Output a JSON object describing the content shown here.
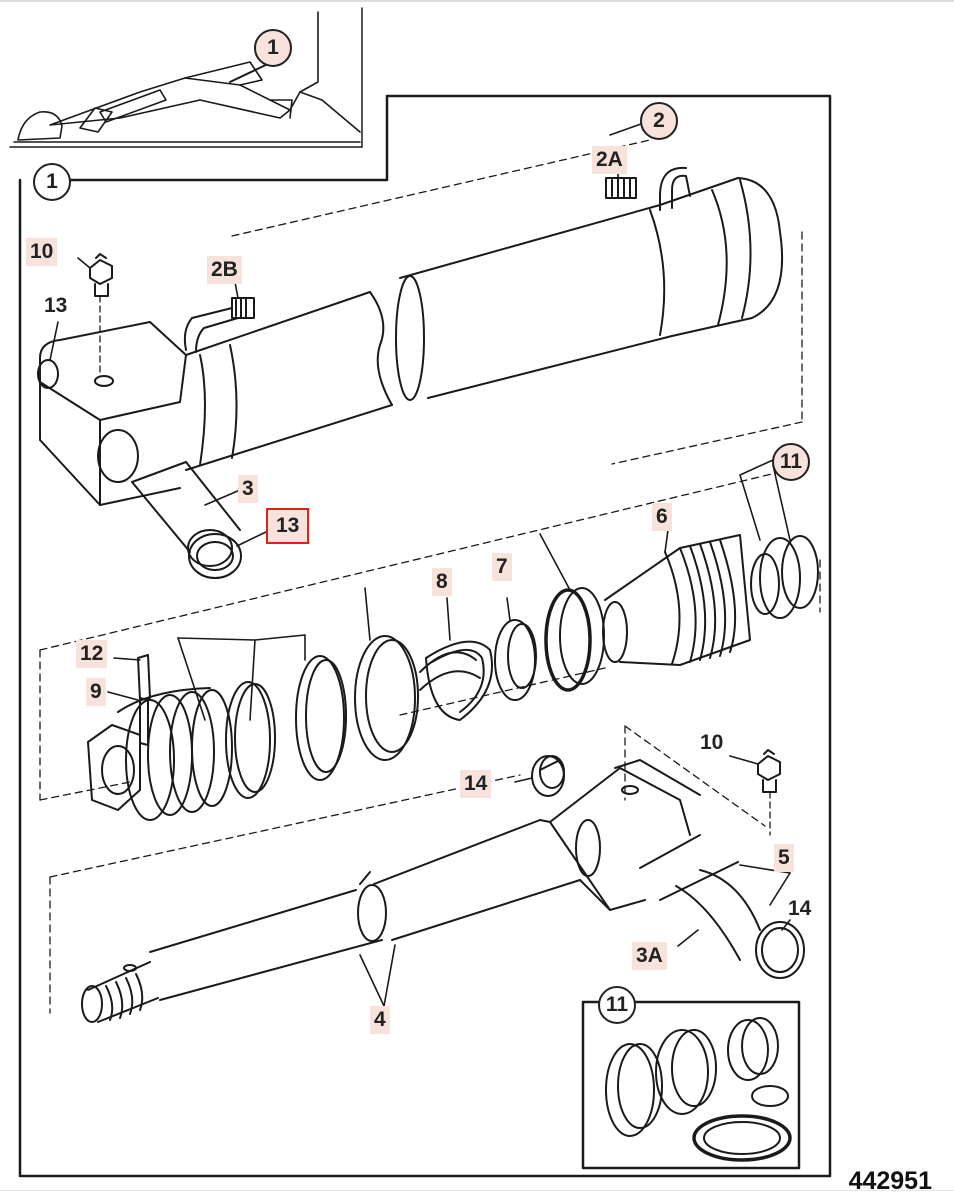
{
  "diagram": {
    "reference_number": "442951",
    "labels": {
      "c1_top": "1",
      "c1_main": "1",
      "c2": "2",
      "c11_main": "11",
      "c11_inset": "11",
      "l2A": "2A",
      "l2B": "2B",
      "l3": "3",
      "l3A": "3A",
      "l4": "4",
      "l5": "5",
      "l6": "6",
      "l7": "7",
      "l8": "8",
      "l9": "9",
      "l10_top": "10",
      "l10_right": "10",
      "l12": "12",
      "l13_left": "13",
      "l13_selected": "13",
      "l14_left": "14",
      "l14_right": "14"
    },
    "highlighted_label": "13"
  }
}
